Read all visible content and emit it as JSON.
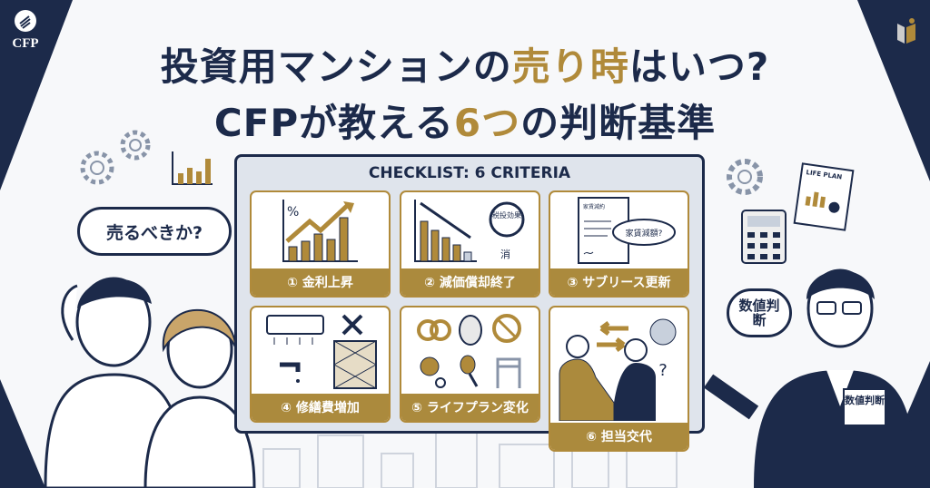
{
  "header": {
    "logo_left": "CFP",
    "title_line1_pre": "投資用マンションの",
    "title_line1_highlight": "売り時",
    "title_line1_post": "はいつ?",
    "title_line2_pre": "CFPが教える",
    "title_line2_highlight": "6つ",
    "title_line2_post": "の判断基準"
  },
  "colors": {
    "navy": "#1c2a4a",
    "gold": "#ab8a3d",
    "panel": "#dfe4ec"
  },
  "checklist": {
    "title": "CHECKLIST: 6 CRITERIA",
    "items": [
      {
        "label": "① 金利上昇",
        "icon": "rising-chart-icon",
        "icon_text": "%"
      },
      {
        "label": "② 減価償却終了",
        "icon": "falling-chart-icon",
        "icon_text": "税投効果",
        "icon_text2": "消"
      },
      {
        "label": "③ サブリース更新",
        "icon": "contract-icon",
        "icon_text": "家賃減約",
        "icon_text2": "家賃減額?"
      },
      {
        "label": "④ 修繕費増加",
        "icon": "repair-icon"
      },
      {
        "label": "⑤ ライフプラン変化",
        "icon": "life-events-icon"
      },
      {
        "label": "⑥ 担当交代",
        "icon": "handshake-icon",
        "icon_text": "?"
      }
    ]
  },
  "left_bubble": "売るべきか?",
  "right_bubble": "数値判断",
  "badge": "数値判断",
  "life_plan_doc": "LIFE PLAN"
}
